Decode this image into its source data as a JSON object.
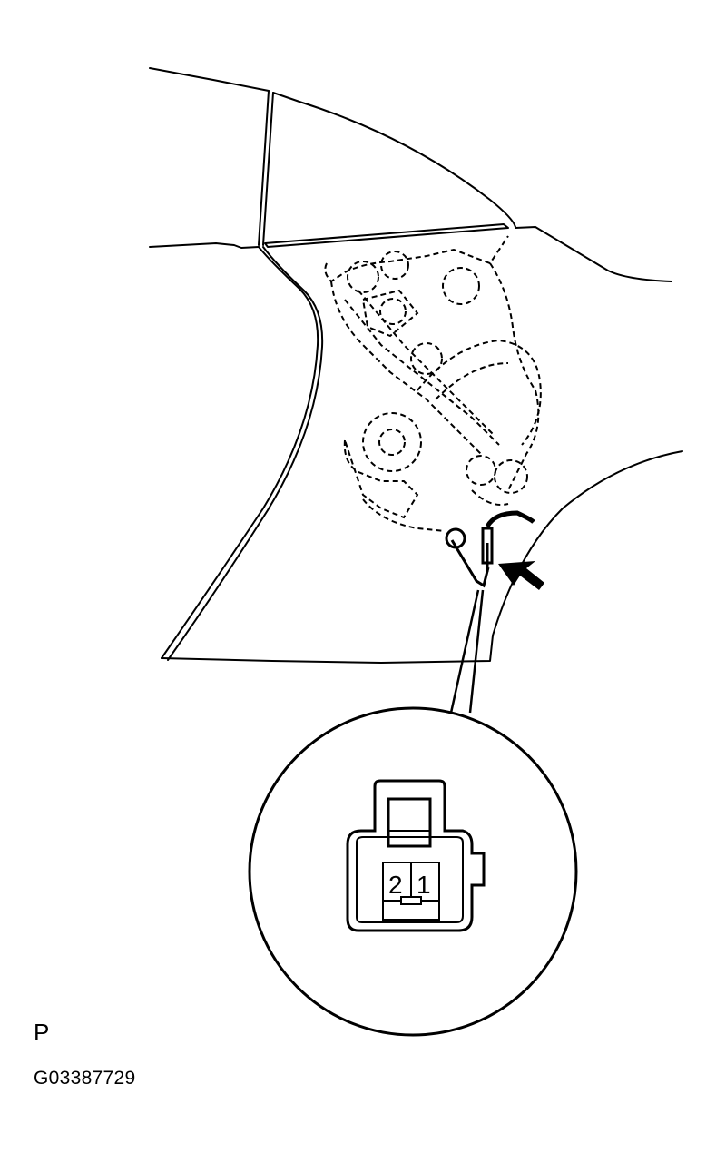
{
  "diagram": {
    "view_label": "P",
    "figure_id": "G03387729",
    "connector": {
      "pins": [
        "2",
        "1"
      ]
    },
    "icons": {
      "pointer": "arrow-pointer-icon",
      "connector": "connector-face-icon"
    },
    "colors": {
      "line": "#000000",
      "background": "#ffffff"
    }
  }
}
